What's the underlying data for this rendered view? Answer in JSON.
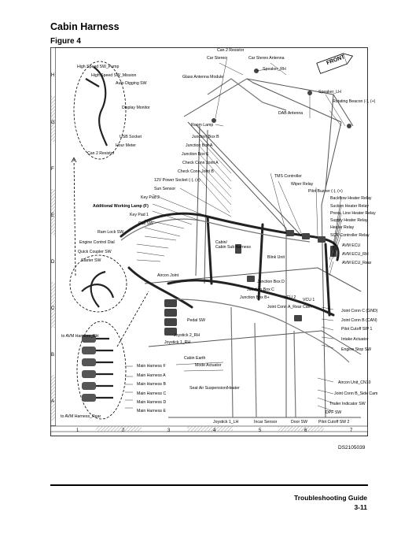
{
  "page": {
    "title": "Cabin Harness",
    "figure": "Figure 4",
    "doc_id": "DS2105039",
    "footer_title": "Troubleshooting Guide",
    "page_number": "3-11"
  },
  "grid": {
    "rows": [
      "H",
      "G",
      "F",
      "E",
      "D",
      "C",
      "B",
      "A"
    ],
    "cols": [
      "1",
      "2",
      "3",
      "4",
      "5",
      "6",
      "7"
    ]
  },
  "labels": {
    "can2_resistor_top": "Can 2 Resistor",
    "car_stereo": "Car Stereo",
    "car_stereo_antenna": "Car Stereo Antenna",
    "speaker_rh": "Speaker_RH",
    "glass_antenna_module": "Glass Antenna Module",
    "front": "FRONT",
    "speaker_lh": "Speaker_LH",
    "rotating_beacon": "Rotating Beacon (-), (+)",
    "dab_antenna": "DAB Antenna",
    "room_lamp": "Room Lamp",
    "high_speed_sw_pump": "High Speed SW_Pump",
    "high_speed_sw_mission": "High Speed SW_Mission",
    "auto_digging_sw": "Auto Digging SW",
    "display_monitor": "Display Monitor",
    "usb_socket": "USB Socket",
    "hour_meter": "Hour Meter",
    "can2_resistor_left": "Can 2 Resistor",
    "junction_box_b": "Junction Box B",
    "junction_box_a": "Junction Box A",
    "junction_box_e": "Junction Box E",
    "check_conn_joint_a": "Check Conn Joint A",
    "check_conn_joint_b": "Check Conn Joint B",
    "power_socket_12v": "12V Power Socket (-), (+)",
    "sun_sensor": "Sun Sensor",
    "key_pad_2": "Key Pad 2",
    "additional_working_lamp": "Additional Working Lamp (F)",
    "key_pad_1": "Key Pad 1",
    "call_sw": "Call SW",
    "ram_lock_sw": "Ram Lock SW",
    "engine_control_dial": "Engine Control Dial",
    "quick_coupler_sw": "Quick Coupler SW",
    "starter_sw": "Starter SW",
    "tms_controller": "TMS Controller",
    "wiper_relay": "Wiper Relay",
    "pilot_buzzer": "Pilot Buzzer (-), (+)",
    "backflow_heater_relay": "Backflow Heater Relay",
    "suction_heater_relay": "Suction Heater Relay",
    "press_line_heater_relay": "Press. Line Heater Relay",
    "supply_heater_relay": "Supply Heater Relay",
    "heater_relay": "Heater Relay",
    "scr_controller_relay": "SCR Controller Relay",
    "avm_ecu": "AVM ECU",
    "avm_ecu_rh": "AVM ECU_RH",
    "avm_ecu_rear": "AVM ECU_Rear",
    "cabin_sub_harness": "Cabin/\nCabin Sub Harness",
    "blink_unit": "Blink Unit",
    "aircon_joint": "Aircon Joint",
    "junction_box_d": "Junction Box D",
    "junction_box_c": "Junction Box C",
    "junction_box_bplus": "Junction Box B+",
    "vcu2": "VCU 2",
    "vcu1": "VCU 1",
    "joint_conn_a_rear_cam": "Joint Conn A_Rear Cam",
    "joint_conn_c_gnd": "Joint Conn C (GND)",
    "joint_conn_b_can": "Joint Conn B (CAN)",
    "pilot_cutoff_sw1": "Pilot Cutoff SW 1",
    "intake_actuator": "Intake Actuator",
    "engine_stop_sw": "Engine Stop SW",
    "pedal_sw": "Pedal SW",
    "to_avm_harness_rh": "to AVM Harness_RH",
    "joystick_2_rh": "Joystick 2_RH",
    "joystick_1_rh": "Joystick 1_RH",
    "cabin_earth": "Cabin Earth",
    "mode_actuator": "Mode Actuator",
    "main_harness_f": "Main Harness F",
    "main_harness_a": "Main Harness A",
    "main_harness_b": "Main Harness B",
    "main_harness_c": "Main Harness C",
    "main_harness_d": "Main Harness D",
    "main_harness_e": "Main Harness E",
    "to_avm_harness_rear": "to AVM Harness_Rear",
    "seat_air_suspension_heater": "Seat Air Suspension/Heater",
    "aircon_unit_cn10": "Aircon Unit_CN10",
    "joint_conn_b_side_cam": "Joint Conn B_Side Cam",
    "trailer_indicator_sw": "Trailer Indicator SW",
    "dpf_sw": "DPF SW",
    "joystick_1_lh": "Joystick 1_LH",
    "incar_sensor": "Incar Sensor",
    "door_sw": "Door SW",
    "pilot_cutoff_sw2": "Pilot Cutoff SW 2"
  }
}
